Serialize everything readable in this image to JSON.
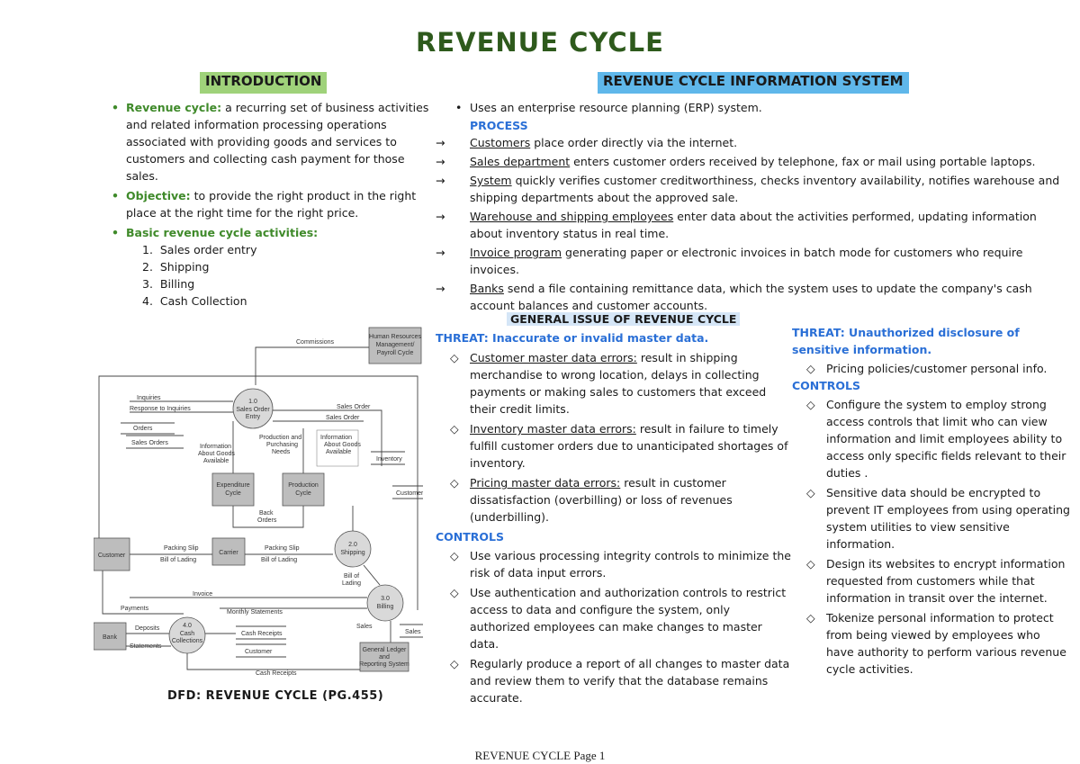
{
  "title": "REVENUE CYCLE",
  "intro": {
    "heading": "INTRODUCTION",
    "def_term": "Revenue cycle:",
    "def_text": "a recurring set of business activities and related information processing operations associated with providing goods and services to customers and collecting cash payment for those sales.",
    "obj_term": "Objective:",
    "obj_text": "to provide the right product in the right place at the right time for the right price.",
    "basic_term": "Basic revenue cycle activities:",
    "activities": [
      "Sales order entry",
      "Shipping",
      "Billing",
      "Cash Collection"
    ]
  },
  "ris": {
    "heading": "REVENUE CYCLE INFORMATION SYSTEM",
    "erp": "Uses an enterprise resource planning (ERP) system.",
    "process_label": "PROCESS",
    "arrow": "→",
    "steps": [
      {
        "u": "Customers",
        "t": " place order directly via the internet."
      },
      {
        "u": "Sales department",
        "t": " enters customer orders received by telephone, fax or mail using portable laptops."
      },
      {
        "u": "System",
        "t": " quickly verifies customer creditworthiness, checks inventory availability, notifies warehouse and shipping departments about the approved sale."
      },
      {
        "u": "Warehouse and shipping employees",
        "t": " enter data about the activities performed, updating information about inventory status in real time."
      },
      {
        "u": "Invoice program",
        "t": " generating paper or electronic invoices in batch mode for customers who require invoices."
      },
      {
        "u": "Banks",
        "t": " send a file containing remittance data, which the system uses to update the company's cash account balances and customer accounts."
      }
    ]
  },
  "general": {
    "heading": "GENERAL ISSUE OF REVENUE CYCLE",
    "diamond": "◇",
    "threat1": "THREAT: Inaccurate or invalid master data.",
    "t1_items": [
      {
        "u": "Customer master data errors:",
        "t": " result in shipping merchandise to wrong location, delays in collecting payments or making sales to customers that exceed their credit limits."
      },
      {
        "u": "Inventory master data errors:",
        "t": " result in failure to timely fulfill customer orders due to unanticipated shortages of inventory."
      },
      {
        "u": "Pricing master data errors:",
        "t": " result in customer dissatisfaction (overbilling) or loss of revenues (underbilling)."
      }
    ],
    "controls_label": "CONTROLS",
    "c1_items": [
      "Use various processing integrity controls to minimize the risk of data input errors.",
      "Use authentication and authorization controls to restrict access to data and configure the system, only authorized employees can make changes to master data.",
      "Regularly produce a report of all changes to master data and review them to verify that the database remains accurate."
    ],
    "threat2": "THREAT: Unauthorized disclosure of sensitive information.",
    "t2_items": [
      "Pricing policies/customer personal info."
    ],
    "c2_items": [
      "Configure the system to employ strong access controls that limit who can view information and limit employees ability to access only specific fields relevant to their duties .",
      "Sensitive data should be encrypted to prevent IT employees from using operating system utilities to view sensitive information.",
      "Design its websites to encrypt information requested from customers while that information in transit over the internet.",
      "Tokenize personal information to protect from being viewed by employees who have authority to perform various revenue cycle activities."
    ]
  },
  "dfd": {
    "caption": "DFD: REVENUE CYCLE (PG.455)",
    "labels": {
      "commissions": "Commissions",
      "hr1": "Human Resources",
      "hr2": "Management/",
      "hr3": "Payroll Cycle",
      "inquiries": "Inquiries",
      "response": "Response to Inquiries",
      "p1a": "1.0",
      "p1b": "Sales Order",
      "p1c": "Entry",
      "sales_order": "Sales Order",
      "orders": "Orders",
      "sales_orders": "Sales Orders",
      "info_goods1": "Information",
      "info_goods2": "About Goods",
      "info_goods3": "Available",
      "prod1": "Production and",
      "prod2": "Purchasing",
      "prod3": "Needs",
      "inventory": "Inventory",
      "exp1": "Expenditure",
      "exp2": "Cycle",
      "pc1": "Production",
      "pc2": "Cycle",
      "back1": "Back",
      "back2": "Orders",
      "customer": "Customer",
      "packing_slip": "Packing Slip",
      "bill_lading": "Bill of Lading",
      "carrier": "Carrier",
      "p2a": "2.0",
      "p2b": "Shipping",
      "bol1": "Bill of",
      "bol2": "Lading",
      "invoice": "Invoice",
      "p3a": "3.0",
      "p3b": "Billing",
      "payments": "Payments",
      "monthly": "Monthly Statements",
      "bank": "Bank",
      "deposits": "Deposits",
      "statements": "Statements",
      "p4a": "4.0",
      "p4b": "Cash",
      "p4c": "Collections",
      "cash_receipts": "Cash Receipts",
      "sales": "Sales",
      "gl1": "General Ledger",
      "gl2": "and",
      "gl3": "Reporting System"
    }
  },
  "footer": "REVENUE CYCLE Page 1"
}
